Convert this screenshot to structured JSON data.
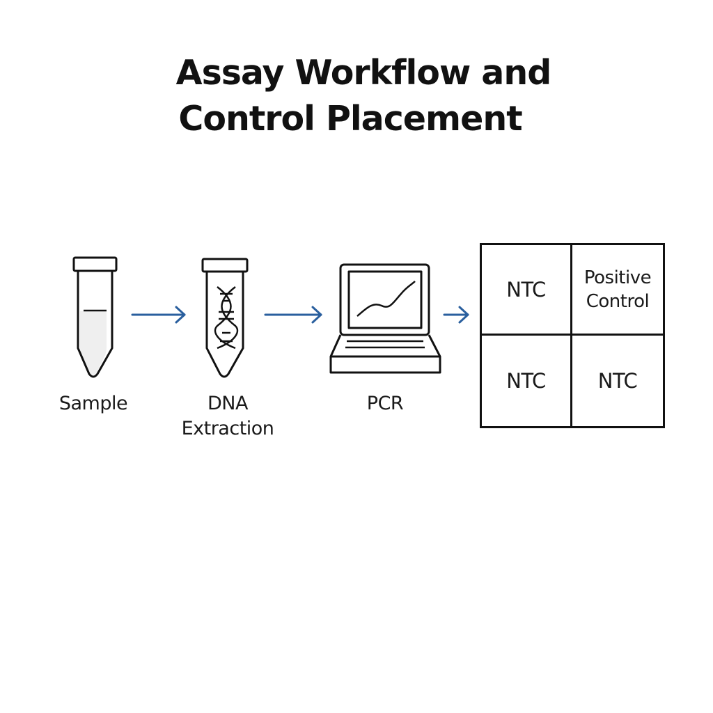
{
  "title": {
    "line1": "Assay Workflow and",
    "line2": "Control Placement"
  },
  "steps": [
    {
      "icon": "sample-tube-icon",
      "label": [
        "Sample"
      ]
    },
    {
      "icon": "dna-extraction-tube-icon",
      "label": [
        "DNA",
        "Extraction"
      ]
    },
    {
      "icon": "pcr-laptop-icon",
      "label": [
        "PCR"
      ]
    }
  ],
  "plate": {
    "cells": [
      {
        "lines": [
          "NTC"
        ]
      },
      {
        "lines": [
          "Positive",
          "Control"
        ]
      },
      {
        "lines": [
          "NTC"
        ]
      },
      {
        "lines": [
          "NTC"
        ]
      }
    ]
  },
  "colors": {
    "arrow": "#2a5f9e",
    "outline": "#111111",
    "tube_fill": "#efefef"
  }
}
